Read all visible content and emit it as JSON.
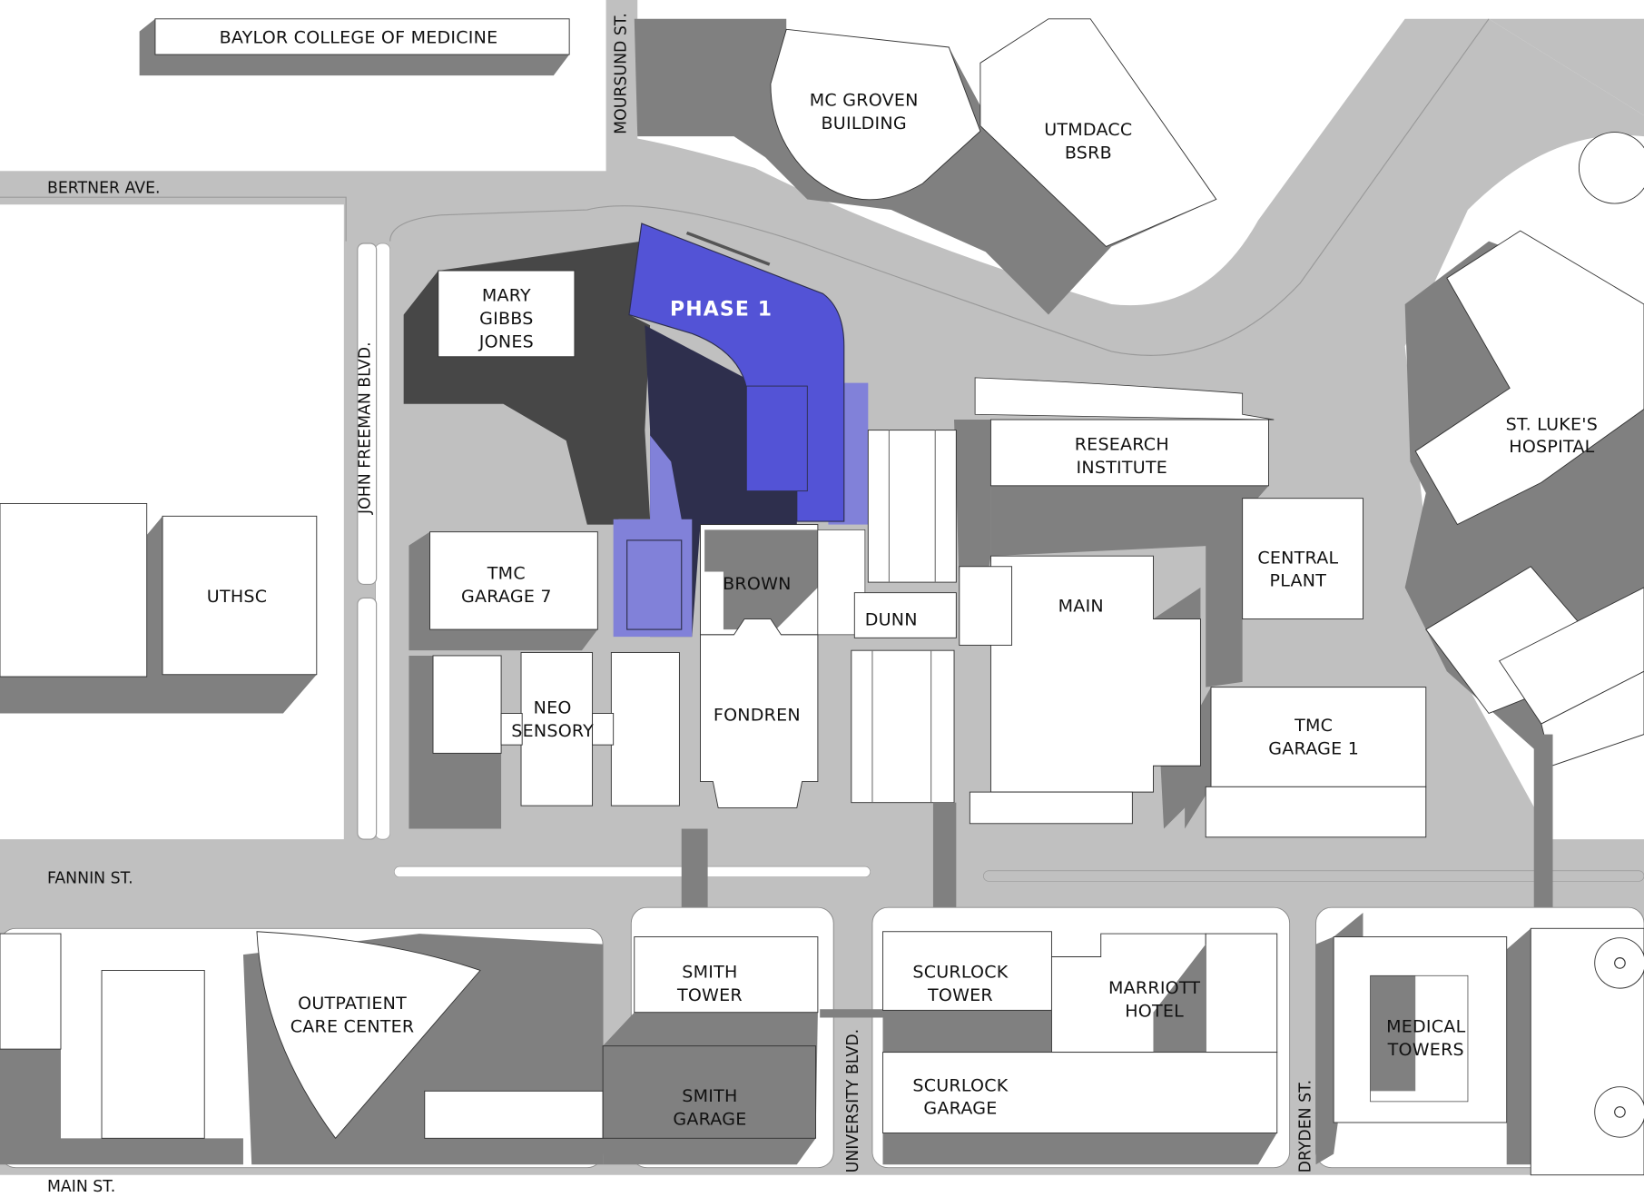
{
  "map": {
    "highlight": {
      "label": "PHASE 1",
      "color": "#5353d6",
      "light_color": "#8181d9",
      "dark_color": "#2e2f4d"
    },
    "streets": {
      "bertner": "BERTNER AVE.",
      "moursund": "MOURSUND ST.",
      "john_freeman": "JOHN FREEMAN BLVD.",
      "fannin": "FANNIN ST.",
      "university": "UNIVERSITY BLVD.",
      "dryden": "DRYDEN ST.",
      "main": "MAIN ST."
    },
    "buildings": {
      "baylor": "BAYLOR COLLEGE OF MEDICINE",
      "mc_groven": [
        "MC GROVEN",
        "BUILDING"
      ],
      "utmdacc": [
        "UTMDACC",
        "BSRB"
      ],
      "mary_gibbs_jones": [
        "MARY",
        "GIBBS",
        "JONES"
      ],
      "st_lukes": [
        "ST. LUKE'S",
        "HOSPITAL"
      ],
      "research": [
        "RESEARCH",
        "INSTITUTE"
      ],
      "uthsc": "UTHSC",
      "garage7": [
        "TMC",
        "GARAGE 7"
      ],
      "brown": "BROWN",
      "dunn": "DUNN",
      "main": "MAIN",
      "central_plant": [
        "CENTRAL",
        "PLANT"
      ],
      "neo_sensory": [
        "NEO",
        "SENSORY"
      ],
      "fondren": "FONDREN",
      "garage1": [
        "TMC",
        "GARAGE 1"
      ],
      "outpatient": [
        "OUTPATIENT",
        "CARE CENTER"
      ],
      "smith_tower": [
        "SMITH",
        "TOWER"
      ],
      "smith_garage": [
        "SMITH",
        "GARAGE"
      ],
      "scurlock_tower": [
        "SCURLOCK",
        "TOWER"
      ],
      "marriott": [
        "MARRIOTT",
        "HOTEL"
      ],
      "scurlock_garage": [
        "SCURLOCK",
        "GARAGE"
      ],
      "medical_towers": [
        "MEDICAL",
        "TOWERS"
      ]
    }
  }
}
